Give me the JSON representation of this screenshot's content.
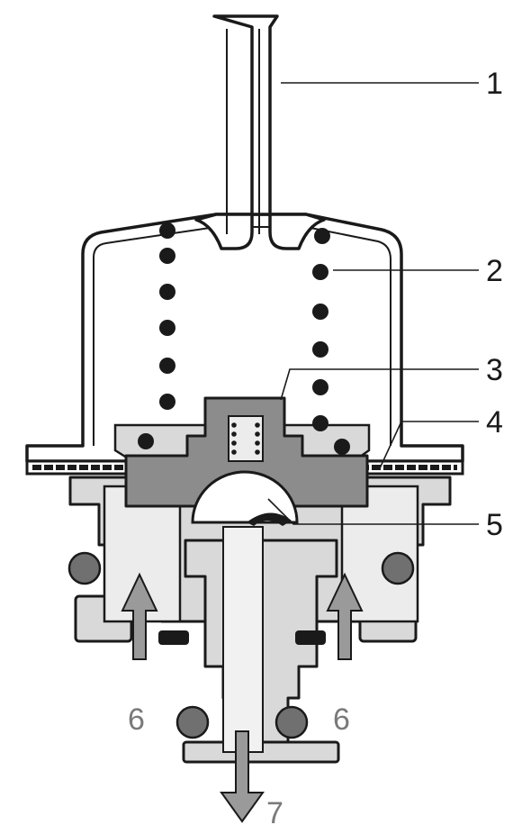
{
  "callouts": {
    "c1": "1",
    "c2": "2",
    "c3": "3",
    "c4": "4",
    "c5": "5",
    "c6_left": "6",
    "c6_right": "6",
    "c7": "7"
  },
  "colors": {
    "outline": "#1a1a1a",
    "housing_fill": "#d9d9d9",
    "plate_fill": "#8c8c8c",
    "label_main": "#1a1a1a",
    "label_flow": "#7a7a7a"
  }
}
